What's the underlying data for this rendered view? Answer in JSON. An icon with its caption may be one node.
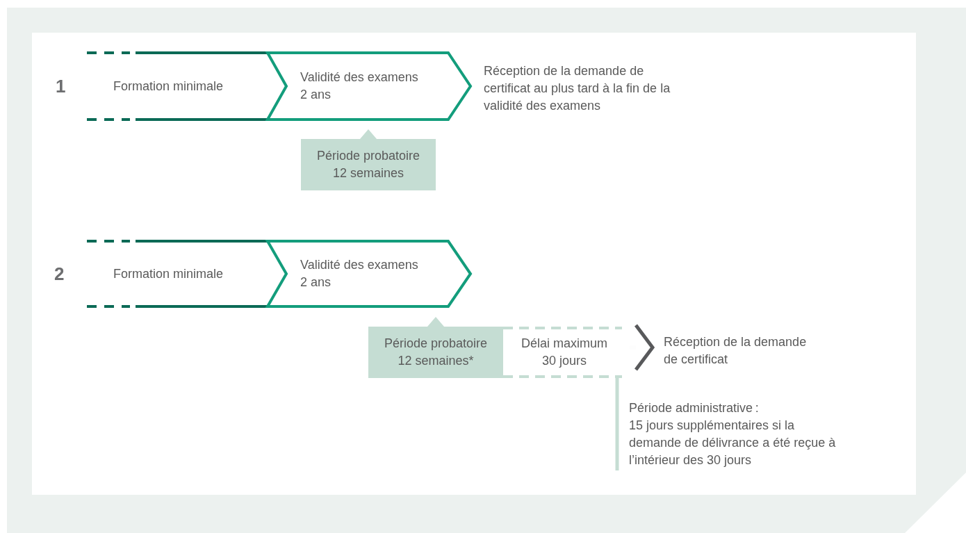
{
  "diagram": {
    "nodes": [
      {
        "text": [
          "Formation minimale"
        ]
      },
      {
        "text": [
          "Validité des examens",
          "2 ans"
        ]
      },
      {
        "text": [
          "Période probatoire",
          "12 semaines"
        ]
      },
      {
        "text": [
          "Formation minimale"
        ]
      },
      {
        "text": [
          "Validité des examens",
          "2 ans"
        ]
      },
      {
        "text": [
          "Période probatoire",
          "12 semaines*"
        ]
      },
      {
        "text": [
          "Délai maximum",
          "30 jours"
        ]
      },
      {
        "text": [
          "Réception de la demande de certificat"
        ]
      },
      {
        "text": [
          "Période administrative :",
          "15 jours supplémentaires si la demande de délivrance a été reçue à l’intérieur des 30 jours"
        ]
      }
    ],
    "edges": [
      {
        "from": 6,
        "to": 7,
        "arrow": "to",
        "color": "#58595b"
      },
      {
        "from": 8,
        "to": 6,
        "arrow": "none",
        "color": "#c5ddd3"
      }
    ],
    "labels": [
      "1",
      "Réception de la demande de certificat au plus tard à la fin de la validité des examens",
      "2"
    ]
  }
}
